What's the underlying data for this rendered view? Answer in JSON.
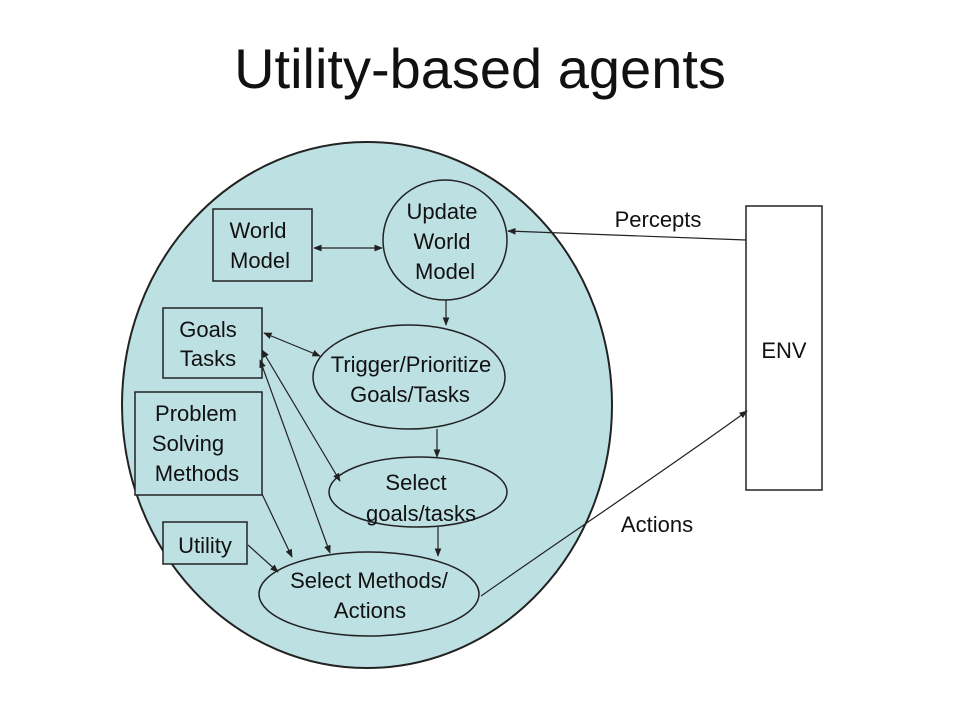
{
  "title": "Utility-based agents",
  "diagram": {
    "colors": {
      "agent_fill": "#bde0e3",
      "stroke": "#222222",
      "box_fill": "#ffffff"
    },
    "boxes": {
      "world_model": [
        "World",
        "Model"
      ],
      "goals_tasks": [
        "Goals",
        "Tasks"
      ],
      "problem_solving": [
        "Problem",
        "Solving",
        "Methods"
      ],
      "utility": [
        "Utility"
      ],
      "env": [
        "ENV"
      ]
    },
    "processes": {
      "update_world_model": [
        "Update",
        "World",
        "Model"
      ],
      "trigger_prioritize": [
        "Trigger/Prioritize",
        "Goals/Tasks"
      ],
      "select_goals": [
        "Select",
        "goals/tasks"
      ],
      "select_methods": [
        "Select Methods/",
        "Actions"
      ]
    },
    "edge_labels": {
      "percepts": "Percepts",
      "actions": "Actions"
    }
  }
}
